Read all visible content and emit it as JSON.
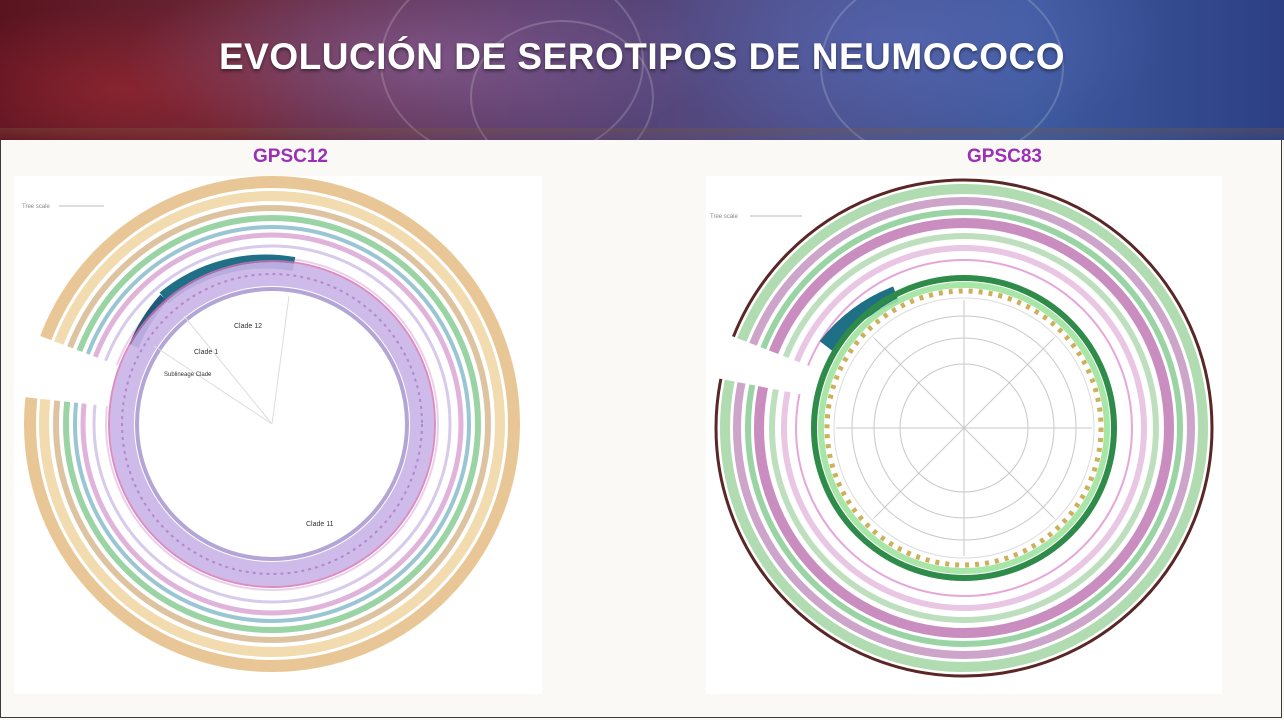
{
  "slide": {
    "title": "EVOLUCIÓN DE SEROTIPOS DE NEUMOCOCO"
  },
  "panels": [
    {
      "label": "GPSC12",
      "inner_labels": [
        "Clade 12",
        "Clade 1",
        "Sublineage Clade",
        "Clade 11"
      ],
      "legend_hint": "Tree scale"
    },
    {
      "label": "GPSC83",
      "inner_labels": [],
      "legend_hint": "Tree scale"
    }
  ],
  "colors": {
    "title_text": "#ffffff",
    "panel_label": "#9b2fb5",
    "ring_orange": "#e2b878",
    "ring_green": "#8fcf9a",
    "ring_pink": "#d68ac8",
    "ring_purple": "#9a86c4",
    "ring_teal": "#1f6f86",
    "ring_dark": "#5a2626"
  },
  "icons": [
    "circular-phylogeny-tree"
  ]
}
